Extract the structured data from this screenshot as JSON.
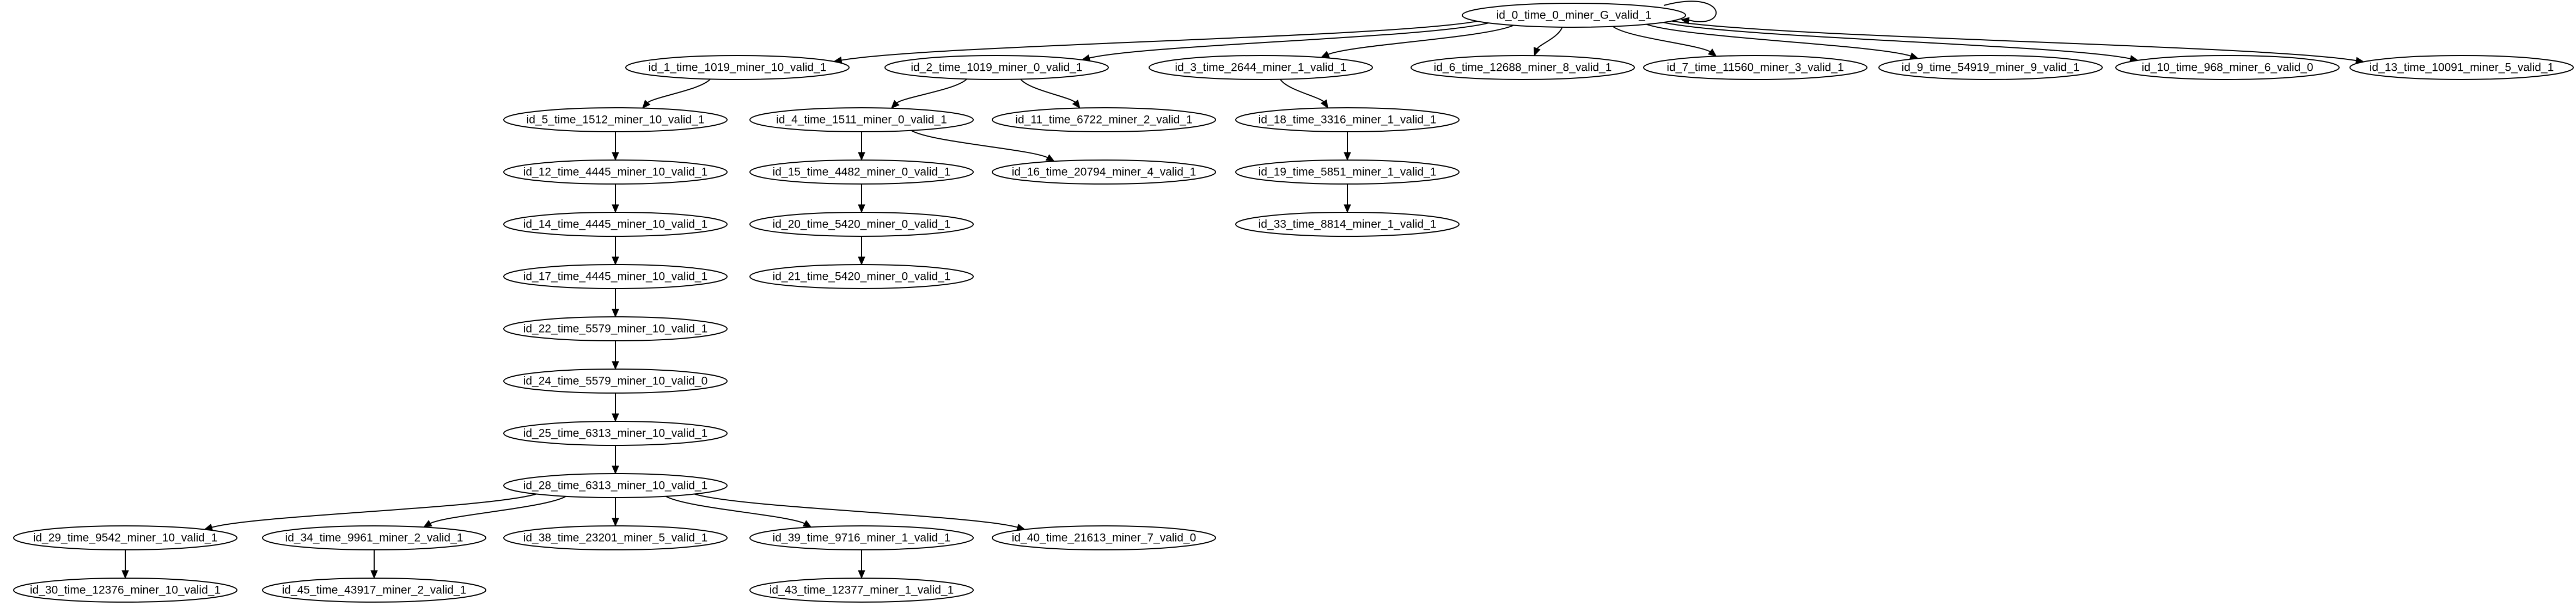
{
  "graph": {
    "nodes": [
      {
        "id": "n0",
        "label": "id_0_time_0_miner_G_valid_1"
      },
      {
        "id": "n1",
        "label": "id_1_time_1019_miner_10_valid_1"
      },
      {
        "id": "n2",
        "label": "id_2_time_1019_miner_0_valid_1"
      },
      {
        "id": "n3",
        "label": "id_3_time_2644_miner_1_valid_1"
      },
      {
        "id": "n6",
        "label": "id_6_time_12688_miner_8_valid_1"
      },
      {
        "id": "n7",
        "label": "id_7_time_11560_miner_3_valid_1"
      },
      {
        "id": "n9",
        "label": "id_9_time_54919_miner_9_valid_1"
      },
      {
        "id": "n10",
        "label": "id_10_time_968_miner_6_valid_0"
      },
      {
        "id": "n13",
        "label": "id_13_time_10091_miner_5_valid_1"
      },
      {
        "id": "n5",
        "label": "id_5_time_1512_miner_10_valid_1"
      },
      {
        "id": "n4",
        "label": "id_4_time_1511_miner_0_valid_1"
      },
      {
        "id": "n11",
        "label": "id_11_time_6722_miner_2_valid_1"
      },
      {
        "id": "n18",
        "label": "id_18_time_3316_miner_1_valid_1"
      },
      {
        "id": "n12",
        "label": "id_12_time_4445_miner_10_valid_1"
      },
      {
        "id": "n15",
        "label": "id_15_time_4482_miner_0_valid_1"
      },
      {
        "id": "n16",
        "label": "id_16_time_20794_miner_4_valid_1"
      },
      {
        "id": "n19",
        "label": "id_19_time_5851_miner_1_valid_1"
      },
      {
        "id": "n14",
        "label": "id_14_time_4445_miner_10_valid_1"
      },
      {
        "id": "n20",
        "label": "id_20_time_5420_miner_0_valid_1"
      },
      {
        "id": "n33",
        "label": "id_33_time_8814_miner_1_valid_1"
      },
      {
        "id": "n17",
        "label": "id_17_time_4445_miner_10_valid_1"
      },
      {
        "id": "n21",
        "label": "id_21_time_5420_miner_0_valid_1"
      },
      {
        "id": "n22",
        "label": "id_22_time_5579_miner_10_valid_1"
      },
      {
        "id": "n24",
        "label": "id_24_time_5579_miner_10_valid_0"
      },
      {
        "id": "n25",
        "label": "id_25_time_6313_miner_10_valid_1"
      },
      {
        "id": "n28",
        "label": "id_28_time_6313_miner_10_valid_1"
      },
      {
        "id": "n29",
        "label": "id_29_time_9542_miner_10_valid_1"
      },
      {
        "id": "n34",
        "label": "id_34_time_9961_miner_2_valid_1"
      },
      {
        "id": "n38",
        "label": "id_38_time_23201_miner_5_valid_1"
      },
      {
        "id": "n39",
        "label": "id_39_time_9716_miner_1_valid_1"
      },
      {
        "id": "n40",
        "label": "id_40_time_21613_miner_7_valid_0"
      },
      {
        "id": "n30",
        "label": "id_30_time_12376_miner_10_valid_1"
      },
      {
        "id": "n45",
        "label": "id_45_time_43917_miner_2_valid_1"
      },
      {
        "id": "n43",
        "label": "id_43_time_12377_miner_1_valid_1"
      }
    ],
    "edges": [
      {
        "from": "n0",
        "to": "n0"
      },
      {
        "from": "n0",
        "to": "n1"
      },
      {
        "from": "n0",
        "to": "n2"
      },
      {
        "from": "n0",
        "to": "n3"
      },
      {
        "from": "n0",
        "to": "n6"
      },
      {
        "from": "n0",
        "to": "n7"
      },
      {
        "from": "n0",
        "to": "n9"
      },
      {
        "from": "n0",
        "to": "n10"
      },
      {
        "from": "n0",
        "to": "n13"
      },
      {
        "from": "n1",
        "to": "n5"
      },
      {
        "from": "n2",
        "to": "n4"
      },
      {
        "from": "n2",
        "to": "n11"
      },
      {
        "from": "n3",
        "to": "n18"
      },
      {
        "from": "n5",
        "to": "n12"
      },
      {
        "from": "n4",
        "to": "n15"
      },
      {
        "from": "n4",
        "to": "n16"
      },
      {
        "from": "n18",
        "to": "n19"
      },
      {
        "from": "n12",
        "to": "n14"
      },
      {
        "from": "n15",
        "to": "n20"
      },
      {
        "from": "n19",
        "to": "n33"
      },
      {
        "from": "n14",
        "to": "n17"
      },
      {
        "from": "n20",
        "to": "n21"
      },
      {
        "from": "n17",
        "to": "n22"
      },
      {
        "from": "n22",
        "to": "n24"
      },
      {
        "from": "n24",
        "to": "n25"
      },
      {
        "from": "n25",
        "to": "n28"
      },
      {
        "from": "n28",
        "to": "n29"
      },
      {
        "from": "n28",
        "to": "n34"
      },
      {
        "from": "n28",
        "to": "n38"
      },
      {
        "from": "n28",
        "to": "n39"
      },
      {
        "from": "n28",
        "to": "n40"
      },
      {
        "from": "n29",
        "to": "n30"
      },
      {
        "from": "n34",
        "to": "n45"
      },
      {
        "from": "n39",
        "to": "n43"
      }
    ]
  }
}
